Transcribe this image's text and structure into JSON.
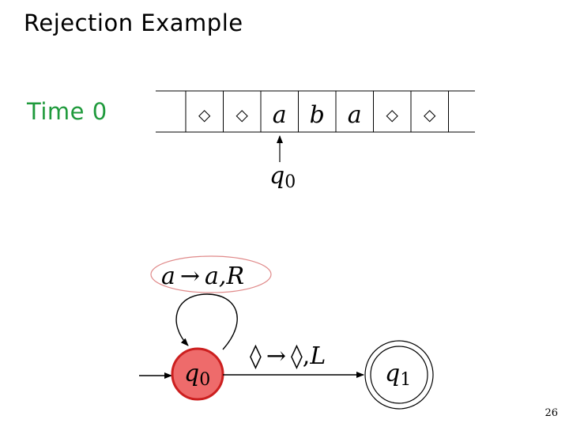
{
  "title": "Rejection Example",
  "time_label": "Time 0",
  "page_number": "26",
  "tape": {
    "cells": [
      "◇",
      "◇",
      "a",
      "b",
      "a",
      "◇",
      "◇"
    ],
    "head_index": 2,
    "head_state": "q",
    "head_state_sub": "0"
  },
  "states": [
    {
      "name": "q",
      "sub": "0",
      "fill": "#ee6b6b",
      "stroke": "#cc1f1f",
      "initial": true,
      "accepting": false
    },
    {
      "name": "q",
      "sub": "1",
      "fill": "#ffffff",
      "stroke": "#000000",
      "initial": false,
      "accepting": true
    }
  ],
  "transitions": {
    "self_loop": {
      "read": "a",
      "arrow": "→",
      "write": "a,",
      "move": "R",
      "highlight_stroke": "#e08a8a"
    },
    "q0_to_q1": {
      "read": "◊",
      "arrow": "→",
      "write": "◊,",
      "move": "L"
    }
  }
}
